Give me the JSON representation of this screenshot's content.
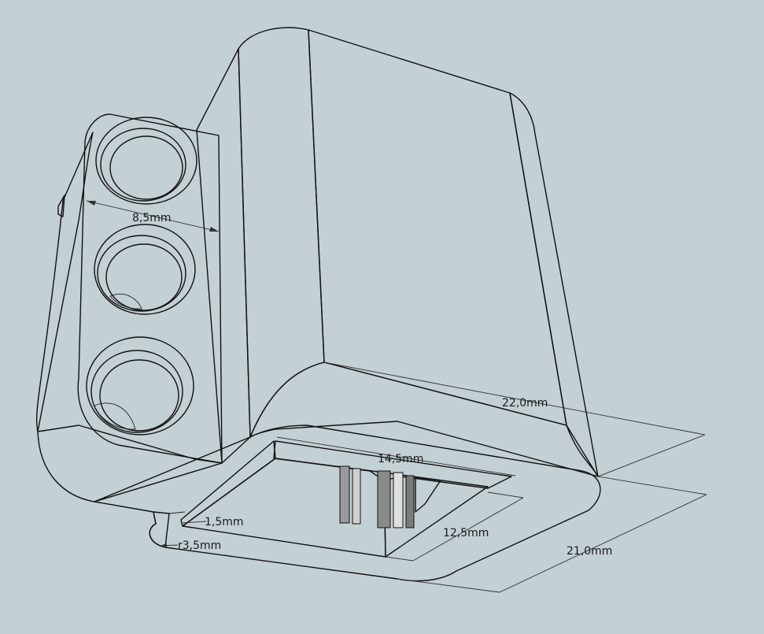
{
  "colors": {
    "background": "#c3d0d4",
    "face_light": "#ffffff",
    "face_mid": "#e9e9e9",
    "face_shade": "#d6d6d6",
    "face_dark": "#b9b9b9",
    "edge": "#111111"
  },
  "dimensions": {
    "width_top": "8,5mm",
    "length": "22,0mm",
    "opening_width": "14,5mm",
    "opening_depth": "12,5mm",
    "wall": "1,5mm",
    "radius": "r3,5mm",
    "base_width": "21,0mm"
  }
}
